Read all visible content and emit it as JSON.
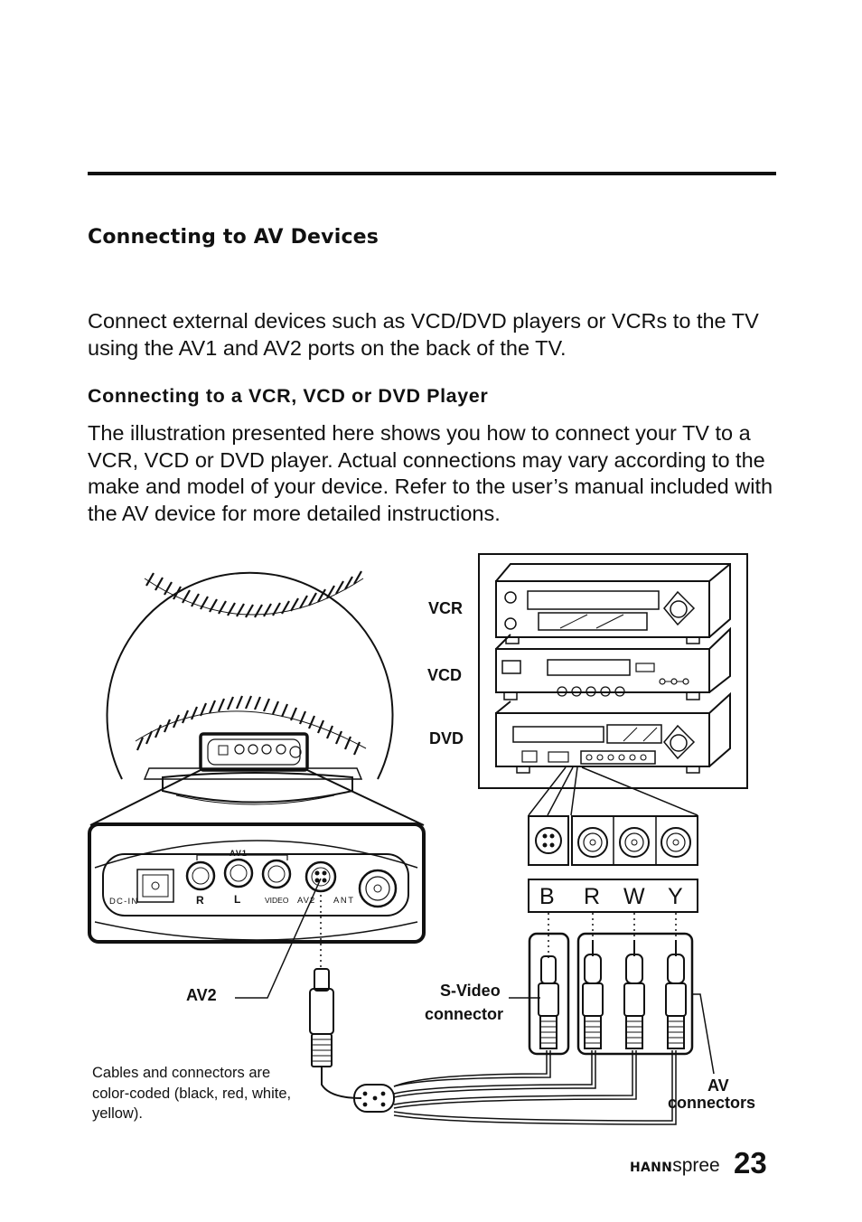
{
  "section_title": "Connecting to AV Devices",
  "intro": "Connect external devices such as VCD/DVD players or VCRs to the TV using the AV1 and AV2 ports on the back of the TV.",
  "subsection_title": "Connecting to a VCR, VCD or DVD Player",
  "body": "The illustration presented here shows you how to connect your TV to a VCR, VCD or DVD player. Actual connections may vary according to the make and model of your device. Refer to the user’s manual included with the AV device for more detailed instructions.",
  "figure": {
    "device_labels": {
      "vcr": "VCR",
      "vcd": "VCD",
      "dvd": "DVD"
    },
    "panel_labels": {
      "av1": "AV1",
      "dc_in": "DC-IN",
      "r": "R",
      "l": "L",
      "video": "VIDEO",
      "av2": "AV2",
      "ant": "ANT"
    },
    "color_letters": [
      "B",
      "R",
      "W",
      "Y"
    ],
    "callouts": {
      "av2": "AV2",
      "svideo_line1": "S-Video",
      "svideo_line2": "connector",
      "av_line1": "AV",
      "av_line2": "connectors"
    },
    "note": "Cables and connectors are color-coded (black, red, white, yellow)."
  },
  "footer": {
    "brand_bold": "HANN",
    "brand_light": "spree",
    "page_number": "23"
  }
}
